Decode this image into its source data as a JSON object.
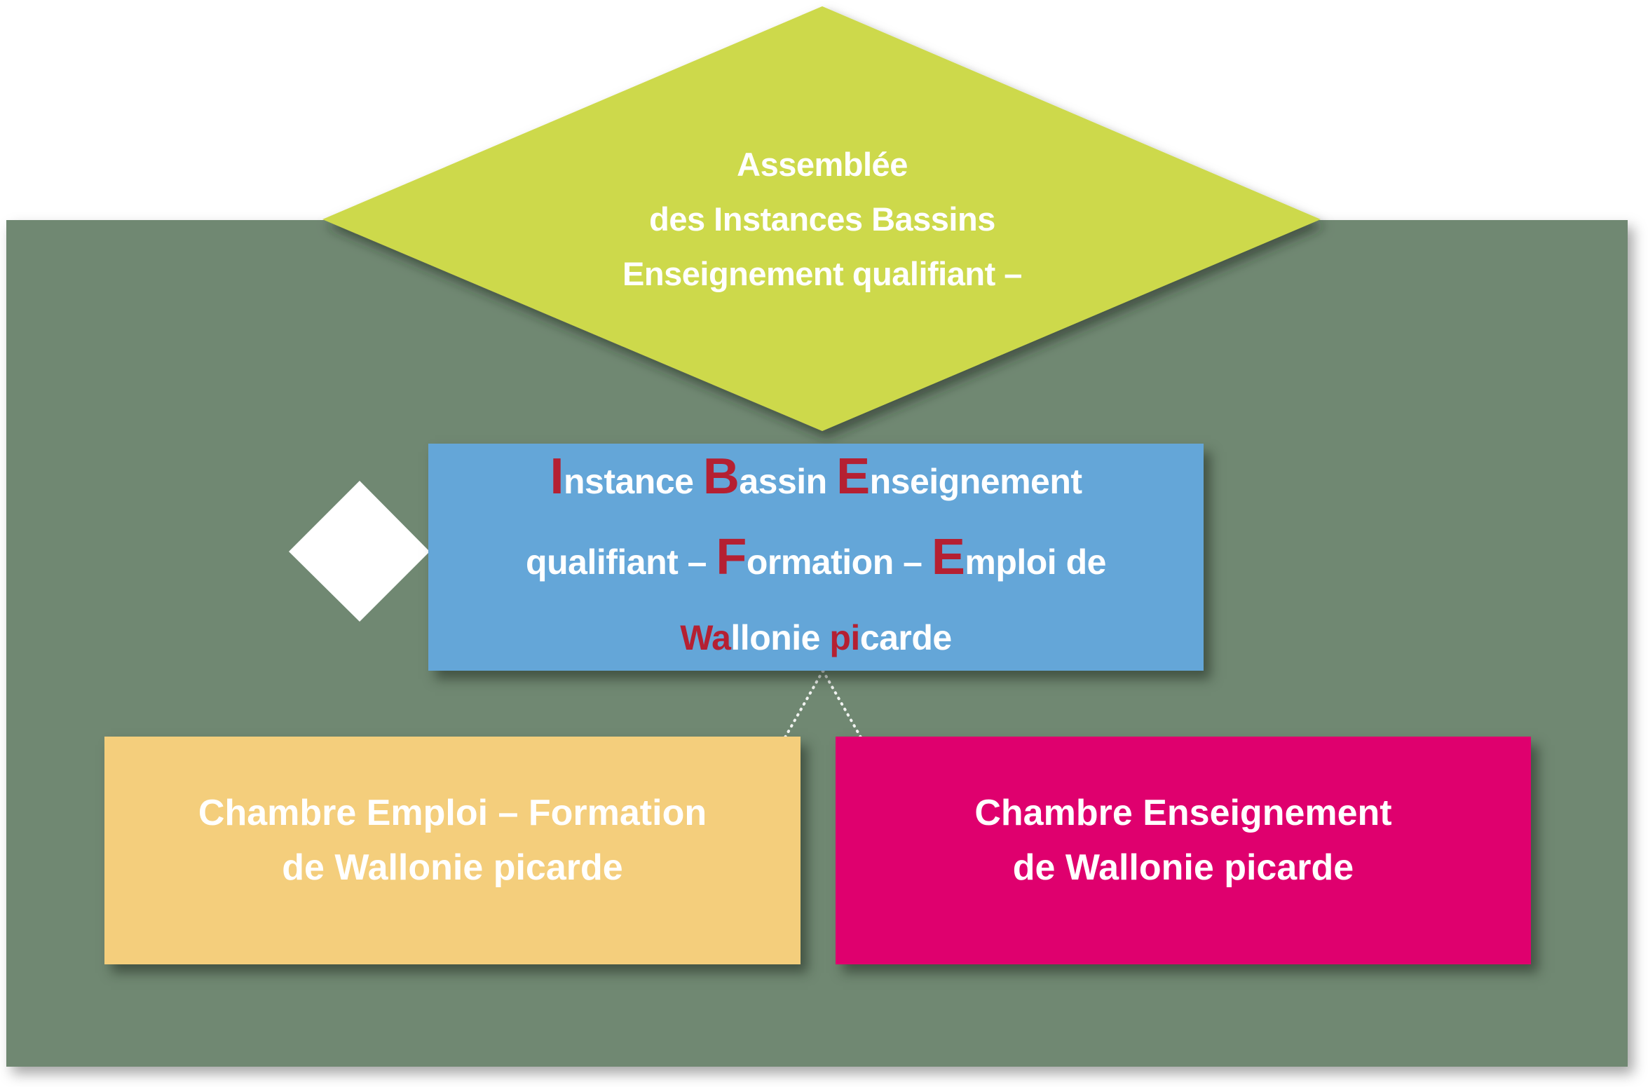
{
  "diagram": {
    "assembly": {
      "lines": [
        "Assemblée",
        "des Instances Bassins",
        "Enseignement qualifiant –"
      ],
      "color": "#cdd94c"
    },
    "ibefe": {
      "line1": [
        {
          "text": "I",
          "accent": true,
          "big": true
        },
        {
          "text": "nstance ",
          "accent": false
        },
        {
          "text": "B",
          "accent": true,
          "big": true
        },
        {
          "text": "assin ",
          "accent": false
        },
        {
          "text": "E",
          "accent": true,
          "big": true
        },
        {
          "text": "nseignement",
          "accent": false
        }
      ],
      "line2": [
        {
          "text": "qualifiant – ",
          "accent": false
        },
        {
          "text": "F",
          "accent": true,
          "big": true
        },
        {
          "text": "ormation – ",
          "accent": false
        },
        {
          "text": "E",
          "accent": true,
          "big": true
        },
        {
          "text": "mploi de",
          "accent": false
        }
      ],
      "line3": [
        {
          "text": "Wa",
          "accent": true
        },
        {
          "text": "llonie ",
          "accent": false
        },
        {
          "text": "pi",
          "accent": true
        },
        {
          "text": "carde",
          "accent": false
        }
      ],
      "color": "#64a6d8",
      "accent_color": "#b52032"
    },
    "chambre_emploi": {
      "lines": [
        "Chambre Emploi – Formation",
        "de Wallonie picarde"
      ],
      "color": "#f4ce7c"
    },
    "chambre_enseignement": {
      "lines": [
        "Chambre Enseignement",
        "de Wallonie picarde"
      ],
      "color": "#df006e"
    },
    "background_color": "#708872",
    "marker_color": "#ffffff"
  }
}
